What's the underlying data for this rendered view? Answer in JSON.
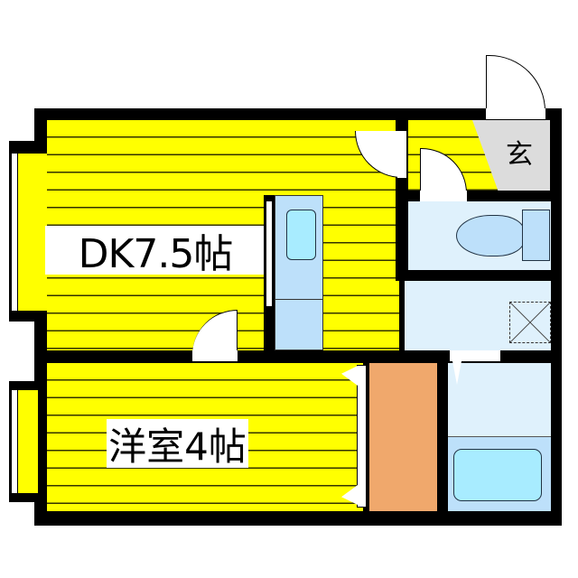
{
  "floor_plan": {
    "rooms": {
      "dk": {
        "label": "DK7.5帖",
        "type": "dining-kitchen",
        "size_jo": 7.5
      },
      "western": {
        "label": "洋室4帖",
        "type": "western-room",
        "size_jo": 4
      },
      "entrance": {
        "label": "玄"
      },
      "toilet": {
        "type": "toilet"
      },
      "washroom": {
        "type": "washroom"
      },
      "bathroom": {
        "type": "bathroom"
      },
      "closet": {
        "type": "closet"
      }
    },
    "colors": {
      "floor_yellow": "#ffff00",
      "wet_area": "#dff1fc",
      "fixture_blue": "#bde0fa",
      "tub_cyan": "#a8ecff",
      "closet_orange": "#f0a86c",
      "entrance_gray": "#dcdcdc",
      "wall": "#000000"
    }
  }
}
